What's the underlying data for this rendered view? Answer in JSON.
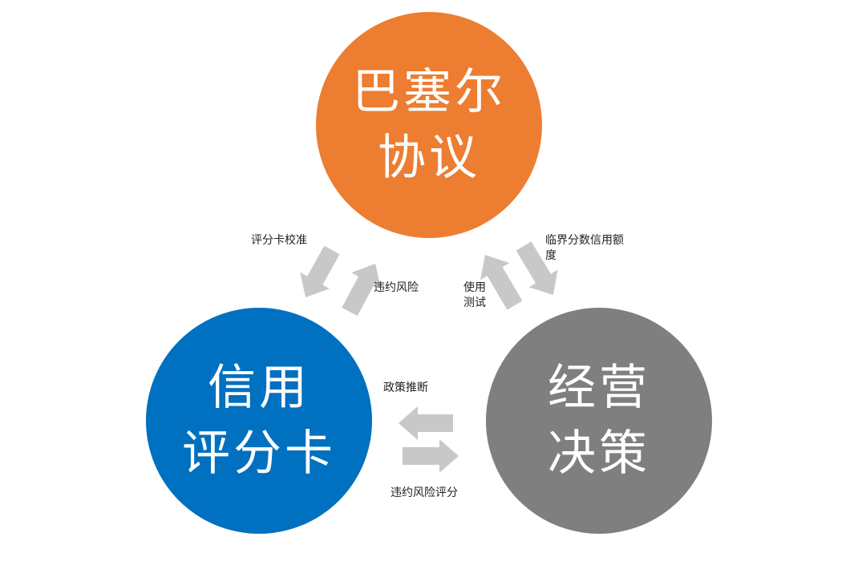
{
  "colors": {
    "basel": "#ED7D31",
    "credit_scorecard": "#0070C0",
    "business_decision": "#7F7F7F",
    "arrow": "#C8C8C8",
    "label_text": "#222222"
  },
  "nodes": {
    "basel": {
      "line1": "巴塞尔",
      "line2": "协议"
    },
    "credit_scorecard": {
      "line1": "信用",
      "line2": "评分卡"
    },
    "business_decision": {
      "line1": "经营",
      "line2": "决策"
    }
  },
  "edges": {
    "basel_to_scorecard": "评分卡校准",
    "scorecard_to_basel": "违约风险",
    "decision_to_basel_line1": "使用",
    "decision_to_basel_line2": "测试",
    "basel_to_decision_line1": "临界分数信用额",
    "basel_to_decision_line2": "度",
    "decision_to_scorecard": "政策推断",
    "scorecard_to_decision": "违约风险评分"
  }
}
